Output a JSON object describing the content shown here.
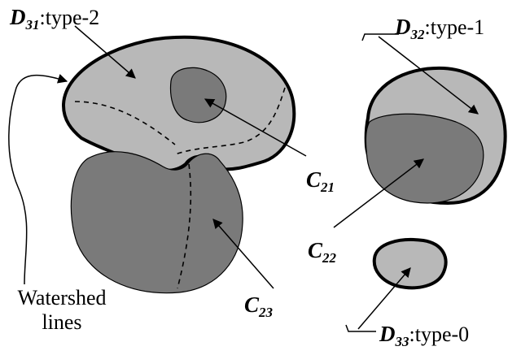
{
  "colors": {
    "light_region": "#b8b8b8",
    "dark_region": "#7a7a7a",
    "outline": "#000000",
    "background": "#ffffff"
  },
  "labels": {
    "d31": {
      "symbol": "D",
      "subscript": "31",
      "suffix": ":type-2"
    },
    "d32": {
      "symbol": "D",
      "subscript": "32",
      "suffix": ":type-1"
    },
    "d33": {
      "symbol": "D",
      "subscript": "33",
      "suffix": ":type-0"
    },
    "c21": {
      "symbol": "C",
      "subscript": "21"
    },
    "c22": {
      "symbol": "C",
      "subscript": "22"
    },
    "c23": {
      "symbol": "C",
      "subscript": "23"
    },
    "watershed": {
      "line1": "Watershed",
      "line2": "lines"
    }
  }
}
